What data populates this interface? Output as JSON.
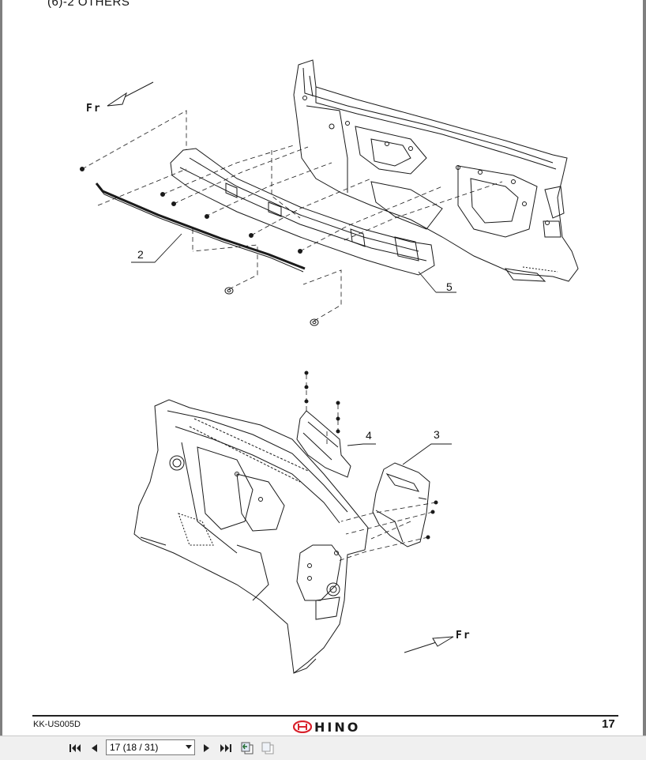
{
  "document": {
    "section_title": "(6)-2  OTHERS",
    "footer_code": "KK-US005D",
    "page_number": "17",
    "brand": "HINO",
    "brand_color": "#d9232d"
  },
  "diagram": {
    "direction_label_top": "Fr",
    "direction_label_bottom": "Fr",
    "callouts": [
      "2",
      "5",
      "4",
      "3"
    ]
  },
  "toolbar": {
    "page_value": "17 (18 / 31)",
    "icons": [
      "first-page-icon",
      "prev-page-icon",
      "next-page-icon",
      "last-page-icon",
      "go-back-icon",
      "go-forward-icon"
    ]
  }
}
